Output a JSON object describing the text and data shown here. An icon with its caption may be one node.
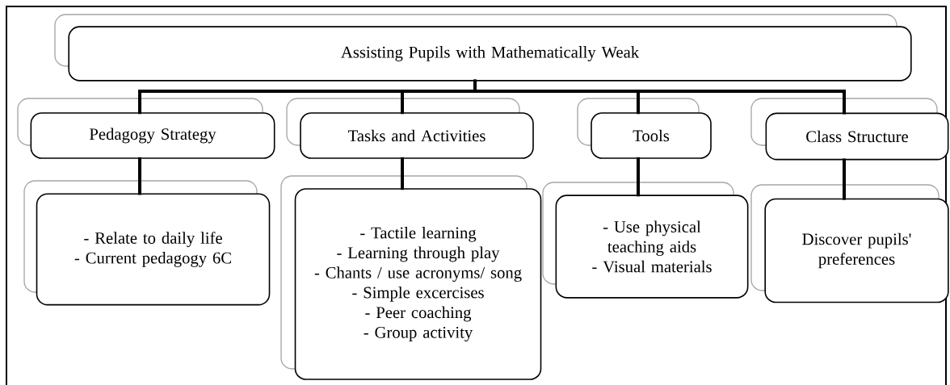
{
  "diagram": {
    "nodes": [
      {
        "text": [
          "Assisting Pupils with Mathematically Weak"
        ]
      },
      {
        "text": [
          "Pedagogy Strategy"
        ]
      },
      {
        "text": [
          "Tasks and Activities"
        ]
      },
      {
        "text": [
          "Tools"
        ]
      },
      {
        "text": [
          "Class Structure"
        ]
      },
      {
        "text": [
          "- Relate to daily life",
          "- Current pedagogy 6C"
        ]
      },
      {
        "text": [
          "- Tactile learning",
          "- Learning through play",
          "- Chants / use acronyms/ song",
          "- Simple excercises",
          "- Peer coaching",
          "- Group activity"
        ]
      },
      {
        "text": [
          "- Use physical teaching aids",
          "- Visual materials"
        ]
      },
      {
        "text": [
          "Discover pupils' preferences"
        ]
      }
    ],
    "edges": [
      {
        "from": 0,
        "to": 1,
        "arrow": "none"
      },
      {
        "from": 0,
        "to": 2,
        "arrow": "none"
      },
      {
        "from": 0,
        "to": 3,
        "arrow": "none"
      },
      {
        "from": 0,
        "to": 4,
        "arrow": "none"
      },
      {
        "from": 1,
        "to": 5,
        "arrow": "none"
      },
      {
        "from": 2,
        "to": 6,
        "arrow": "none"
      },
      {
        "from": 3,
        "to": 7,
        "arrow": "none"
      },
      {
        "from": 4,
        "to": 8,
        "arrow": "none"
      }
    ]
  }
}
